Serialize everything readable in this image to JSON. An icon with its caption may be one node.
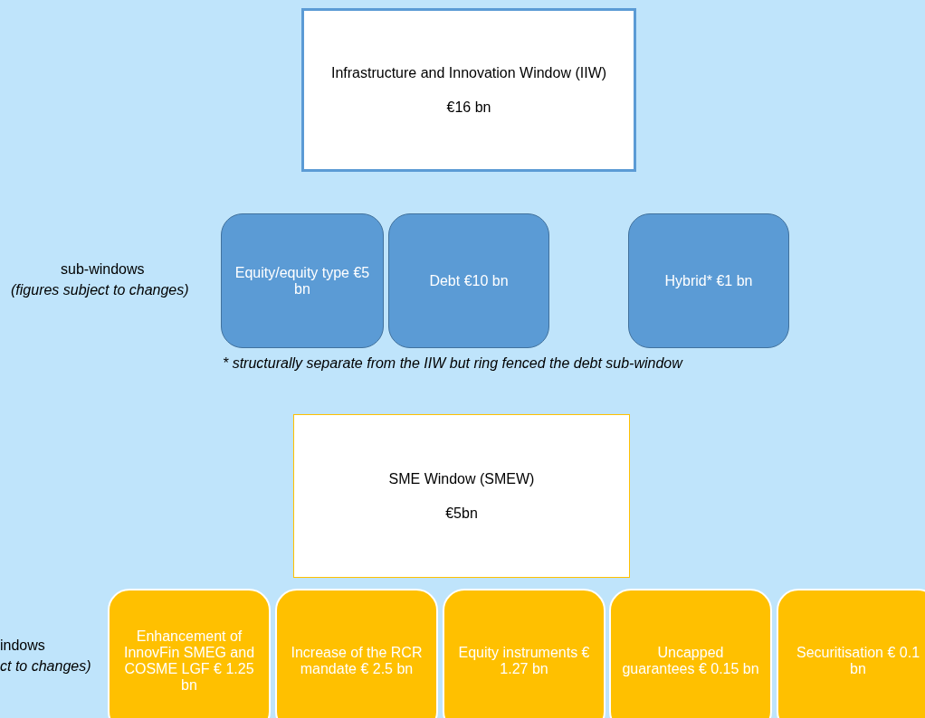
{
  "diagram": {
    "nodes": [
      {
        "text": [
          "Infrastructure and Innovation Window (IIW)",
          "€16 bn"
        ]
      },
      {
        "text": [
          "Equity/equity type €5 bn"
        ]
      },
      {
        "text": [
          "Debt €10 bn"
        ]
      },
      {
        "text": [
          "Hybrid* €1 bn"
        ]
      },
      {
        "text": [
          "SME Window (SMEW)",
          "€5bn"
        ]
      },
      {
        "text": [
          "Enhancement of InnovFin SMEG and COSME LGF € 1.25 bn"
        ]
      },
      {
        "text": [
          "Increase of the RCR mandate € 2.5 bn"
        ]
      },
      {
        "text": [
          "Equity instruments € 1.27 bn"
        ]
      },
      {
        "text": [
          "Uncapped guarantees € 0.15 bn"
        ]
      },
      {
        "text": [
          "Securitisation € 0.1 bn"
        ]
      }
    ],
    "labels": [
      "sub-windows",
      "(figures subject to changes)",
      "* structurally separate from the IIW but ring fenced the debt sub-window",
      "indows",
      "ct to changes)"
    ]
  }
}
